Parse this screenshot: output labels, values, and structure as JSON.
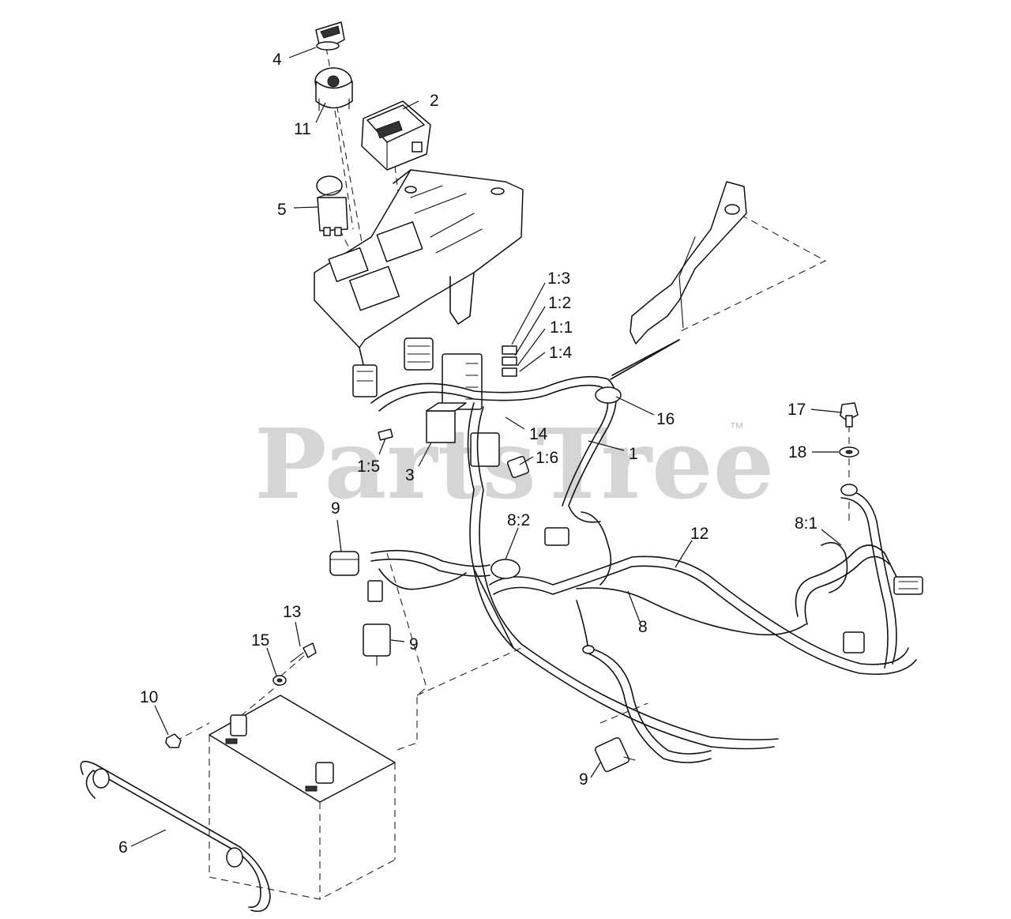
{
  "watermark": {
    "brand": "PartsTree",
    "trademark": "™"
  },
  "callouts": [
    "4",
    "2",
    "11",
    "5",
    "1:3",
    "1:2",
    "1:1",
    "1:4",
    "16",
    "14",
    "1",
    "1:5",
    "3",
    "1:6",
    "17",
    "18",
    "9",
    "8:2",
    "12",
    "8:1",
    "8",
    "13",
    "15",
    "9",
    "10",
    "9",
    "6"
  ]
}
